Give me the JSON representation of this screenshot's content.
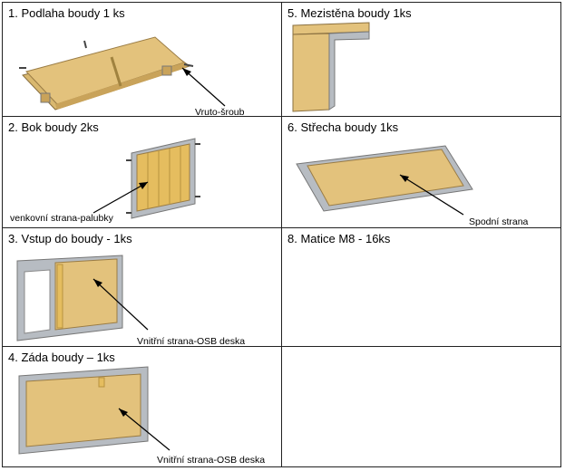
{
  "cells": [
    {
      "title": "1. Podlaha boudy 1 ks",
      "note": "Vruto-šroub"
    },
    {
      "title": "5. Mezistěna boudy 1ks",
      "note": ""
    },
    {
      "title": "2. Bok boudy 2ks",
      "note": "venkovní strana-palubky"
    },
    {
      "title": "6. Střecha boudy 1ks",
      "note": "Spodní strana"
    },
    {
      "title": "3. Vstup do boudy - 1ks",
      "note": "Vnitřní strana-OSB deska"
    },
    {
      "title": "8. Matice M8 -  16ks",
      "note": ""
    },
    {
      "title": "4. Záda boudy – 1ks",
      "note": "Vnitřní strana-OSB deska"
    },
    {
      "title": "",
      "note": ""
    }
  ],
  "colors": {
    "osb": "#e3c27c",
    "osb_dark": "#c9a35a",
    "metal": "#b7bcc2",
    "wood": "#e5bd5f",
    "border": "#222222"
  }
}
